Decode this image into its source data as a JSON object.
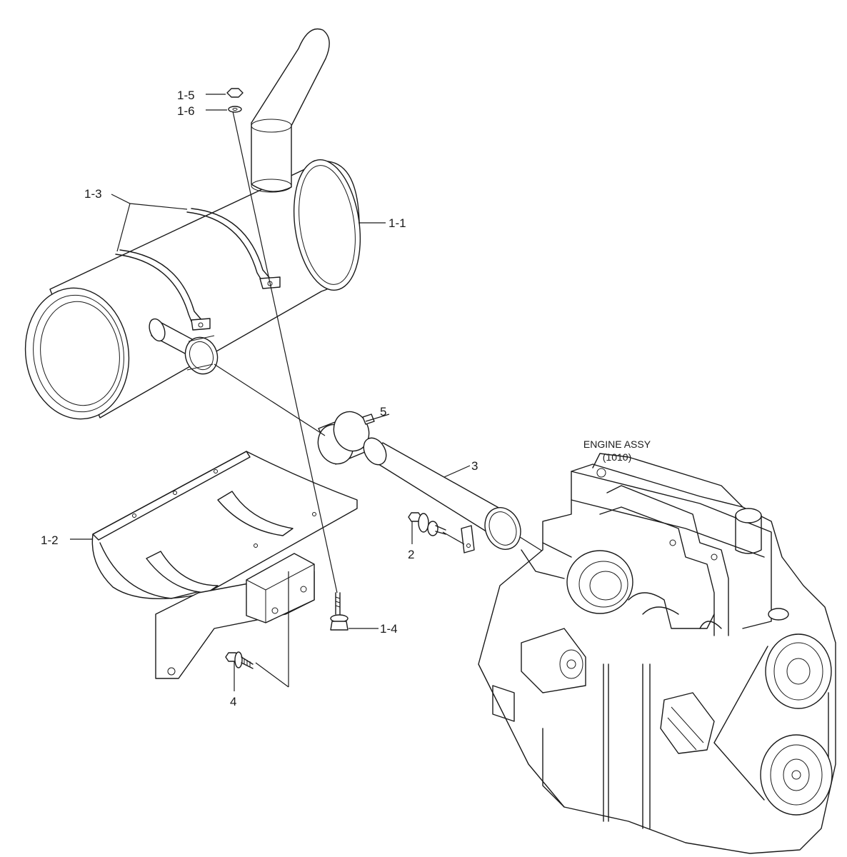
{
  "callouts": {
    "c1_1": "1-1",
    "c1_2": "1-2",
    "c1_3": "1-3",
    "c1_4": "1-4",
    "c1_5": "1-5",
    "c1_6": "1-6",
    "c2": "2",
    "c3": "3",
    "c4": "4",
    "c5": "5"
  },
  "engine": {
    "title": "ENGINE ASSY",
    "ref": "(1010)"
  },
  "colors": {
    "line": "#1a1a1a",
    "background": "#ffffff"
  }
}
